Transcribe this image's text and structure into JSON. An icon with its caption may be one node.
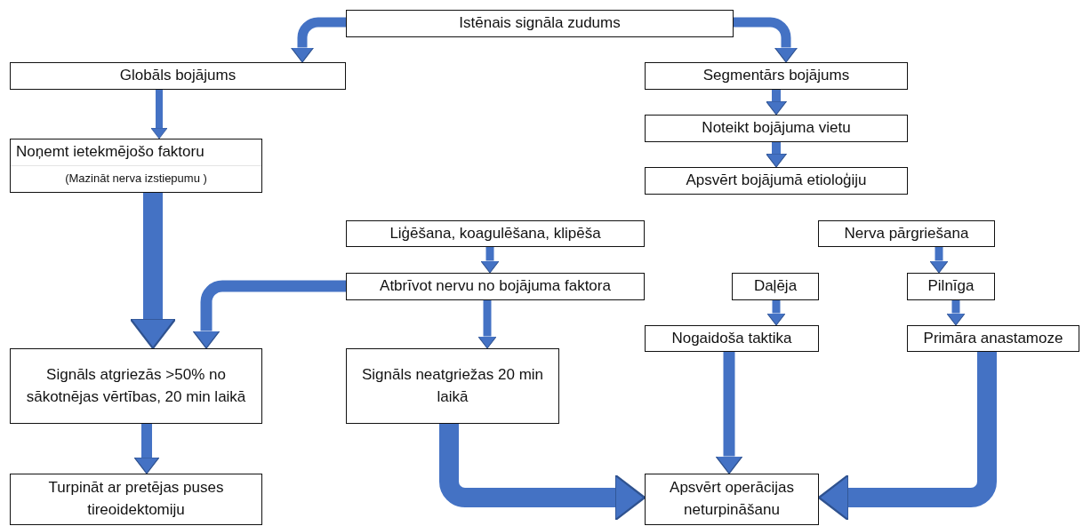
{
  "diagram": {
    "nodes": [
      {
        "text": [
          "Istēnais signāla zudums"
        ]
      },
      {
        "text": [
          "Globāls bojājums"
        ]
      },
      {
        "text": [
          "Segmentārs bojājums"
        ]
      },
      {
        "text": [
          "Noteikt bojājuma vietu"
        ]
      },
      {
        "text": [
          "Apsvērt bojājumā etioloģiju"
        ]
      },
      {
        "text": [
          "Noņemt ietekmējošo faktoru",
          "(Mazināt nerva izstiepumu )"
        ]
      },
      {
        "text": [
          "Liģēšana,  koagulēšana, klipēša"
        ]
      },
      {
        "text": [
          "Nerva pārgriešana"
        ]
      },
      {
        "text": [
          "Atbrīvot nervu no bojājuma faktora"
        ]
      },
      {
        "text": [
          "Daļēja"
        ]
      },
      {
        "text": [
          "Pilnīga"
        ]
      },
      {
        "text": [
          "Nogaidoša taktika"
        ]
      },
      {
        "text": [
          "Primāra anastamoze"
        ]
      },
      {
        "text": [
          "Signāls atgriezās >50% no sākotnējas vērtības, 20 min laikā"
        ]
      },
      {
        "text": [
          "Signāls neatgriežas 20 min laikā"
        ]
      },
      {
        "text": [
          "Turpināt ar pretējas puses tireoidektomiju"
        ]
      },
      {
        "text": [
          "Apsvērt operācijas neturpināšanu"
        ]
      }
    ],
    "edges": [
      {
        "from": 0,
        "to": 1,
        "arrow": "to"
      },
      {
        "from": 0,
        "to": 2,
        "arrow": "to"
      },
      {
        "from": 1,
        "to": 5,
        "arrow": "to"
      },
      {
        "from": 2,
        "to": 3,
        "arrow": "to"
      },
      {
        "from": 3,
        "to": 4,
        "arrow": "to"
      },
      {
        "from": 5,
        "to": 13,
        "arrow": "to",
        "style": "thick"
      },
      {
        "from": 8,
        "to": 13,
        "arrow": "to"
      },
      {
        "from": 6,
        "to": 8,
        "arrow": "to"
      },
      {
        "from": 8,
        "to": 14,
        "arrow": "to"
      },
      {
        "from": 7,
        "to": 10,
        "arrow": "to"
      },
      {
        "from": 9,
        "to": 11,
        "arrow": "to"
      },
      {
        "from": 10,
        "to": 12,
        "arrow": "to"
      },
      {
        "from": 13,
        "to": 15,
        "arrow": "to"
      },
      {
        "from": 14,
        "to": 16,
        "arrow": "to",
        "style": "thick"
      },
      {
        "from": 11,
        "to": 16,
        "arrow": "to"
      },
      {
        "from": 12,
        "to": 16,
        "arrow": "to",
        "style": "thick"
      }
    ]
  }
}
